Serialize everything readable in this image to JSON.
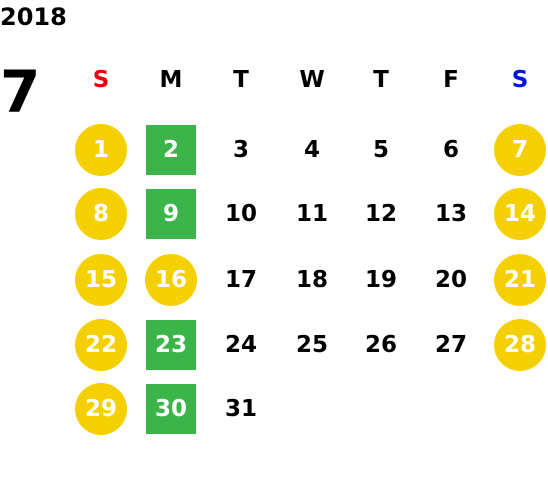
{
  "calendar": {
    "year": "2018",
    "month": "7",
    "weekdays": [
      {
        "label": "S",
        "color": "#e60012"
      },
      {
        "label": "M",
        "color": "#000000"
      },
      {
        "label": "T",
        "color": "#000000"
      },
      {
        "label": "W",
        "color": "#000000"
      },
      {
        "label": "T",
        "color": "#000000"
      },
      {
        "label": "F",
        "color": "#000000"
      },
      {
        "label": "S",
        "color": "#0015e0"
      }
    ],
    "colors": {
      "holiday": "#f5d000",
      "highlight": "#3bb54a",
      "text": "#000000"
    },
    "weeks": [
      [
        {
          "day": "1",
          "mark": "holiday"
        },
        {
          "day": "2",
          "mark": "highlight"
        },
        {
          "day": "3",
          "mark": ""
        },
        {
          "day": "4",
          "mark": ""
        },
        {
          "day": "5",
          "mark": ""
        },
        {
          "day": "6",
          "mark": ""
        },
        {
          "day": "7",
          "mark": "holiday"
        }
      ],
      [
        {
          "day": "8",
          "mark": "holiday"
        },
        {
          "day": "9",
          "mark": "highlight"
        },
        {
          "day": "10",
          "mark": ""
        },
        {
          "day": "11",
          "mark": ""
        },
        {
          "day": "12",
          "mark": ""
        },
        {
          "day": "13",
          "mark": ""
        },
        {
          "day": "14",
          "mark": "holiday"
        }
      ],
      [
        {
          "day": "15",
          "mark": "holiday"
        },
        {
          "day": "16",
          "mark": "holiday"
        },
        {
          "day": "17",
          "mark": ""
        },
        {
          "day": "18",
          "mark": ""
        },
        {
          "day": "19",
          "mark": ""
        },
        {
          "day": "20",
          "mark": ""
        },
        {
          "day": "21",
          "mark": "holiday"
        }
      ],
      [
        {
          "day": "22",
          "mark": "holiday"
        },
        {
          "day": "23",
          "mark": "highlight"
        },
        {
          "day": "24",
          "mark": ""
        },
        {
          "day": "25",
          "mark": ""
        },
        {
          "day": "26",
          "mark": ""
        },
        {
          "day": "27",
          "mark": ""
        },
        {
          "day": "28",
          "mark": "holiday"
        }
      ],
      [
        {
          "day": "29",
          "mark": "holiday"
        },
        {
          "day": "30",
          "mark": "highlight"
        },
        {
          "day": "31",
          "mark": ""
        }
      ]
    ]
  }
}
